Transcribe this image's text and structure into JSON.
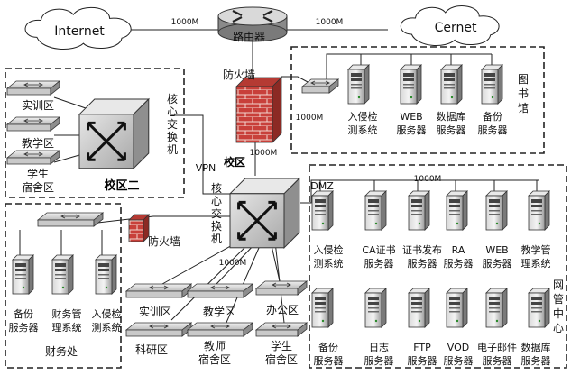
{
  "internet": "Internet",
  "cernet": "Cernet",
  "router": "路由器",
  "link_1000m": "1000M",
  "firewall_top": "防火墙",
  "firewall_left": "防火墙",
  "vpn": "VPN",
  "campus": "校区",
  "campus2": "校区二",
  "core_switch_label": [
    "核",
    "心",
    "交",
    "换",
    "机"
  ],
  "campus2_areas": [
    "实训区",
    "教学区",
    "学生",
    "宿舍区"
  ],
  "library": {
    "title": [
      "图",
      "书",
      "馆"
    ],
    "servers": [
      {
        "line1": "入侵检",
        "line2": "测系统"
      },
      {
        "line1": "WEB",
        "line2": "服务器"
      },
      {
        "line1": "数据库",
        "line2": "服务器"
      },
      {
        "line1": "备份",
        "line2": "服务器"
      }
    ]
  },
  "dmz": {
    "label": "DMZ",
    "title": [
      "网",
      "管",
      "中",
      "心"
    ],
    "row1": [
      {
        "line1": "入侵检",
        "line2": "测系统"
      },
      {
        "line1": "CA证书",
        "line2": "服务器"
      },
      {
        "line1": "证书发布",
        "line2": "服务器"
      },
      {
        "line1": "RA",
        "line2": "服务器"
      },
      {
        "line1": "WEB",
        "line2": "服务器"
      },
      {
        "line1": "教学管",
        "line2": "理系统"
      }
    ],
    "row2": [
      {
        "line1": "备份",
        "line2": "服务器"
      },
      {
        "line1": "日志",
        "line2": "服务器"
      },
      {
        "line1": "FTP",
        "line2": "服务器"
      },
      {
        "line1": "VOD",
        "line2": "服务器"
      },
      {
        "line1": "电子邮件",
        "line2": "服务器"
      },
      {
        "line1": "数据库",
        "line2": "服务器"
      }
    ]
  },
  "finance": {
    "title": "财务处",
    "servers": [
      {
        "line1": "备份",
        "line2": "服务器"
      },
      {
        "line1": "财务管",
        "line2": "理系统"
      },
      {
        "line1": "入侵检",
        "line2": "测系统"
      }
    ]
  },
  "areas": [
    "实训区",
    "教学区",
    "办公区",
    "科研区",
    "教师",
    "宿舍区",
    "学生",
    "宿舍区"
  ]
}
